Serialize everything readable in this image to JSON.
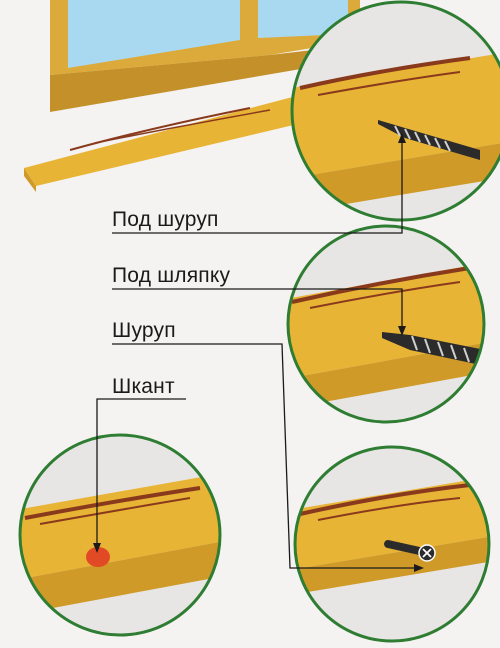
{
  "labels": {
    "pod_shurup": "Под шуруп",
    "pod_shlyapku": "Под шляпку",
    "shurup": "Шуруп",
    "shkant": "Шкант"
  },
  "colors": {
    "background": "#f4f3f2",
    "wall": "#e7e6e5",
    "wood": "#e8b435",
    "wood_front": "#cf9a28",
    "grain": "#8a3a1c",
    "glass": "#a9d9f0",
    "circle_border": "#2e7d32",
    "dowel": "#e24a26",
    "line": "#1a1a1a"
  },
  "icons": {
    "drill_bit": "drill-bit-icon",
    "screw_head": "screw-head-icon",
    "dowel": "dowel-icon"
  }
}
